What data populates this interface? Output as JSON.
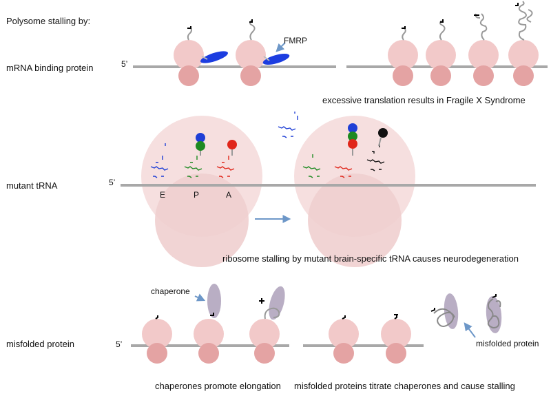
{
  "header": {
    "title": "Polysome stalling by:"
  },
  "rows": [
    {
      "label": "mRNA binding protein",
      "five_prime": "5’",
      "annotation": "FMRP",
      "caption": "excessive translation results in Fragile X Syndrome"
    },
    {
      "label": "mutant tRNA",
      "five_prime": "5’",
      "sites": [
        "E",
        "P",
        "A"
      ],
      "caption": "ribosome stalling by mutant brain-specific tRNA causes neurodegeneration"
    },
    {
      "label": "misfolded protein",
      "five_prime": "5’",
      "annotation_left": "chaperone",
      "annotation_right": "misfolded protein",
      "caption_left": "chaperones promote elongation",
      "caption_right": "misfolded proteins titrate chaperones and cause stalling"
    }
  ],
  "colors": {
    "mrna": "#a8a8a8",
    "ribosome_large": "#f2c9c9",
    "ribosome_small": "#e4a3a3",
    "big_ribosome_large": "#f6dfdf",
    "big_ribosome_small": "#efcfcf",
    "fmrp": "#1c3de0",
    "chaperone": "#b9aec4",
    "arrow": "#6d97c8",
    "trna_e": "#1f3fd6",
    "trna_p": "#1e8a22",
    "trna_a": "#e0261a",
    "trna_mutant": "#111111"
  }
}
